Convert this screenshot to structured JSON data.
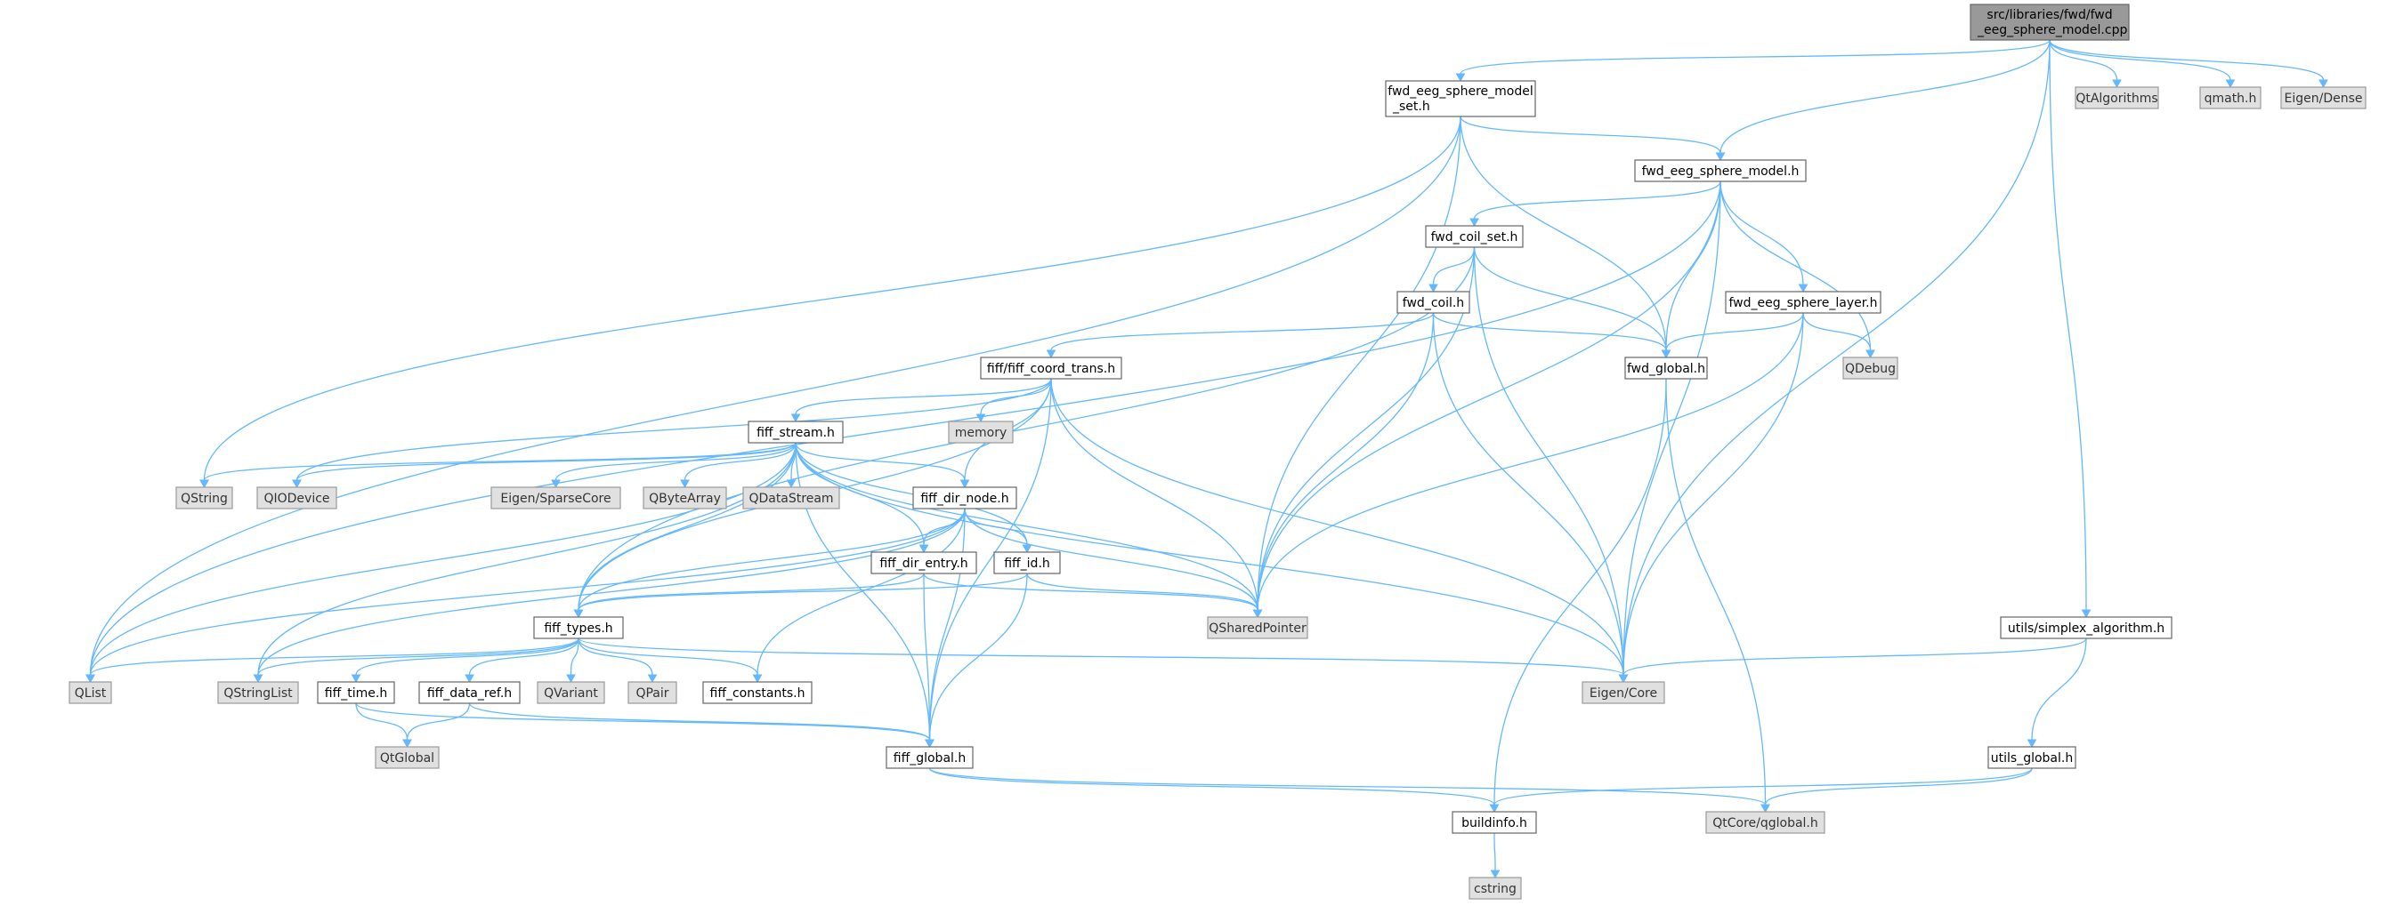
{
  "nodes": {
    "root": [
      "src/libraries/fwd/fwd",
      "_eeg_sphere_model.cpp"
    ],
    "set_h": [
      "fwd_eeg_sphere_model",
      "_set.h"
    ],
    "qtalgorithms": "QtAlgorithms",
    "qmath": "qmath.h",
    "eigen_dense": "Eigen/Dense",
    "model_h": "fwd_eeg_sphere_model.h",
    "coil_set_h": "fwd_coil_set.h",
    "coil_h": "fwd_coil.h",
    "layer_h": "fwd_eeg_sphere_layer.h",
    "qdebug": "QDebug",
    "fwd_global_h": "fwd_global.h",
    "coord_trans_h": "fiff/fiff_coord_trans.h",
    "memory": "memory",
    "stream_h": "fiff_stream.h",
    "qstring": "QString",
    "qiodevice": "QIODevice",
    "eigen_sparse": "Eigen/SparseCore",
    "qbytearray": "QByteArray",
    "qdatastream": "QDataStream",
    "dir_node_h": "fiff_dir_node.h",
    "dir_entry_h": "fiff_dir_entry.h",
    "id_h": "fiff_id.h",
    "qsharedpointer": "QSharedPointer",
    "types_h": "fiff_types.h",
    "simplex_h": "utils/simplex_algorithm.h",
    "qlist": "QList",
    "qstringlist": "QStringList",
    "time_h": "fiff_time.h",
    "data_ref_h": "fiff_data_ref.h",
    "qvariant": "QVariant",
    "qpair": "QPair",
    "constants_h": "fiff_constants.h",
    "eigen_core": "Eigen/Core",
    "qtglobal": "QtGlobal",
    "fiff_global_h": "fiff_global.h",
    "utils_global_h": "utils_global.h",
    "buildinfo_h": "buildinfo.h",
    "qcore_qglobal": "QtCore/qglobal.h",
    "cstring": "cstring"
  }
}
